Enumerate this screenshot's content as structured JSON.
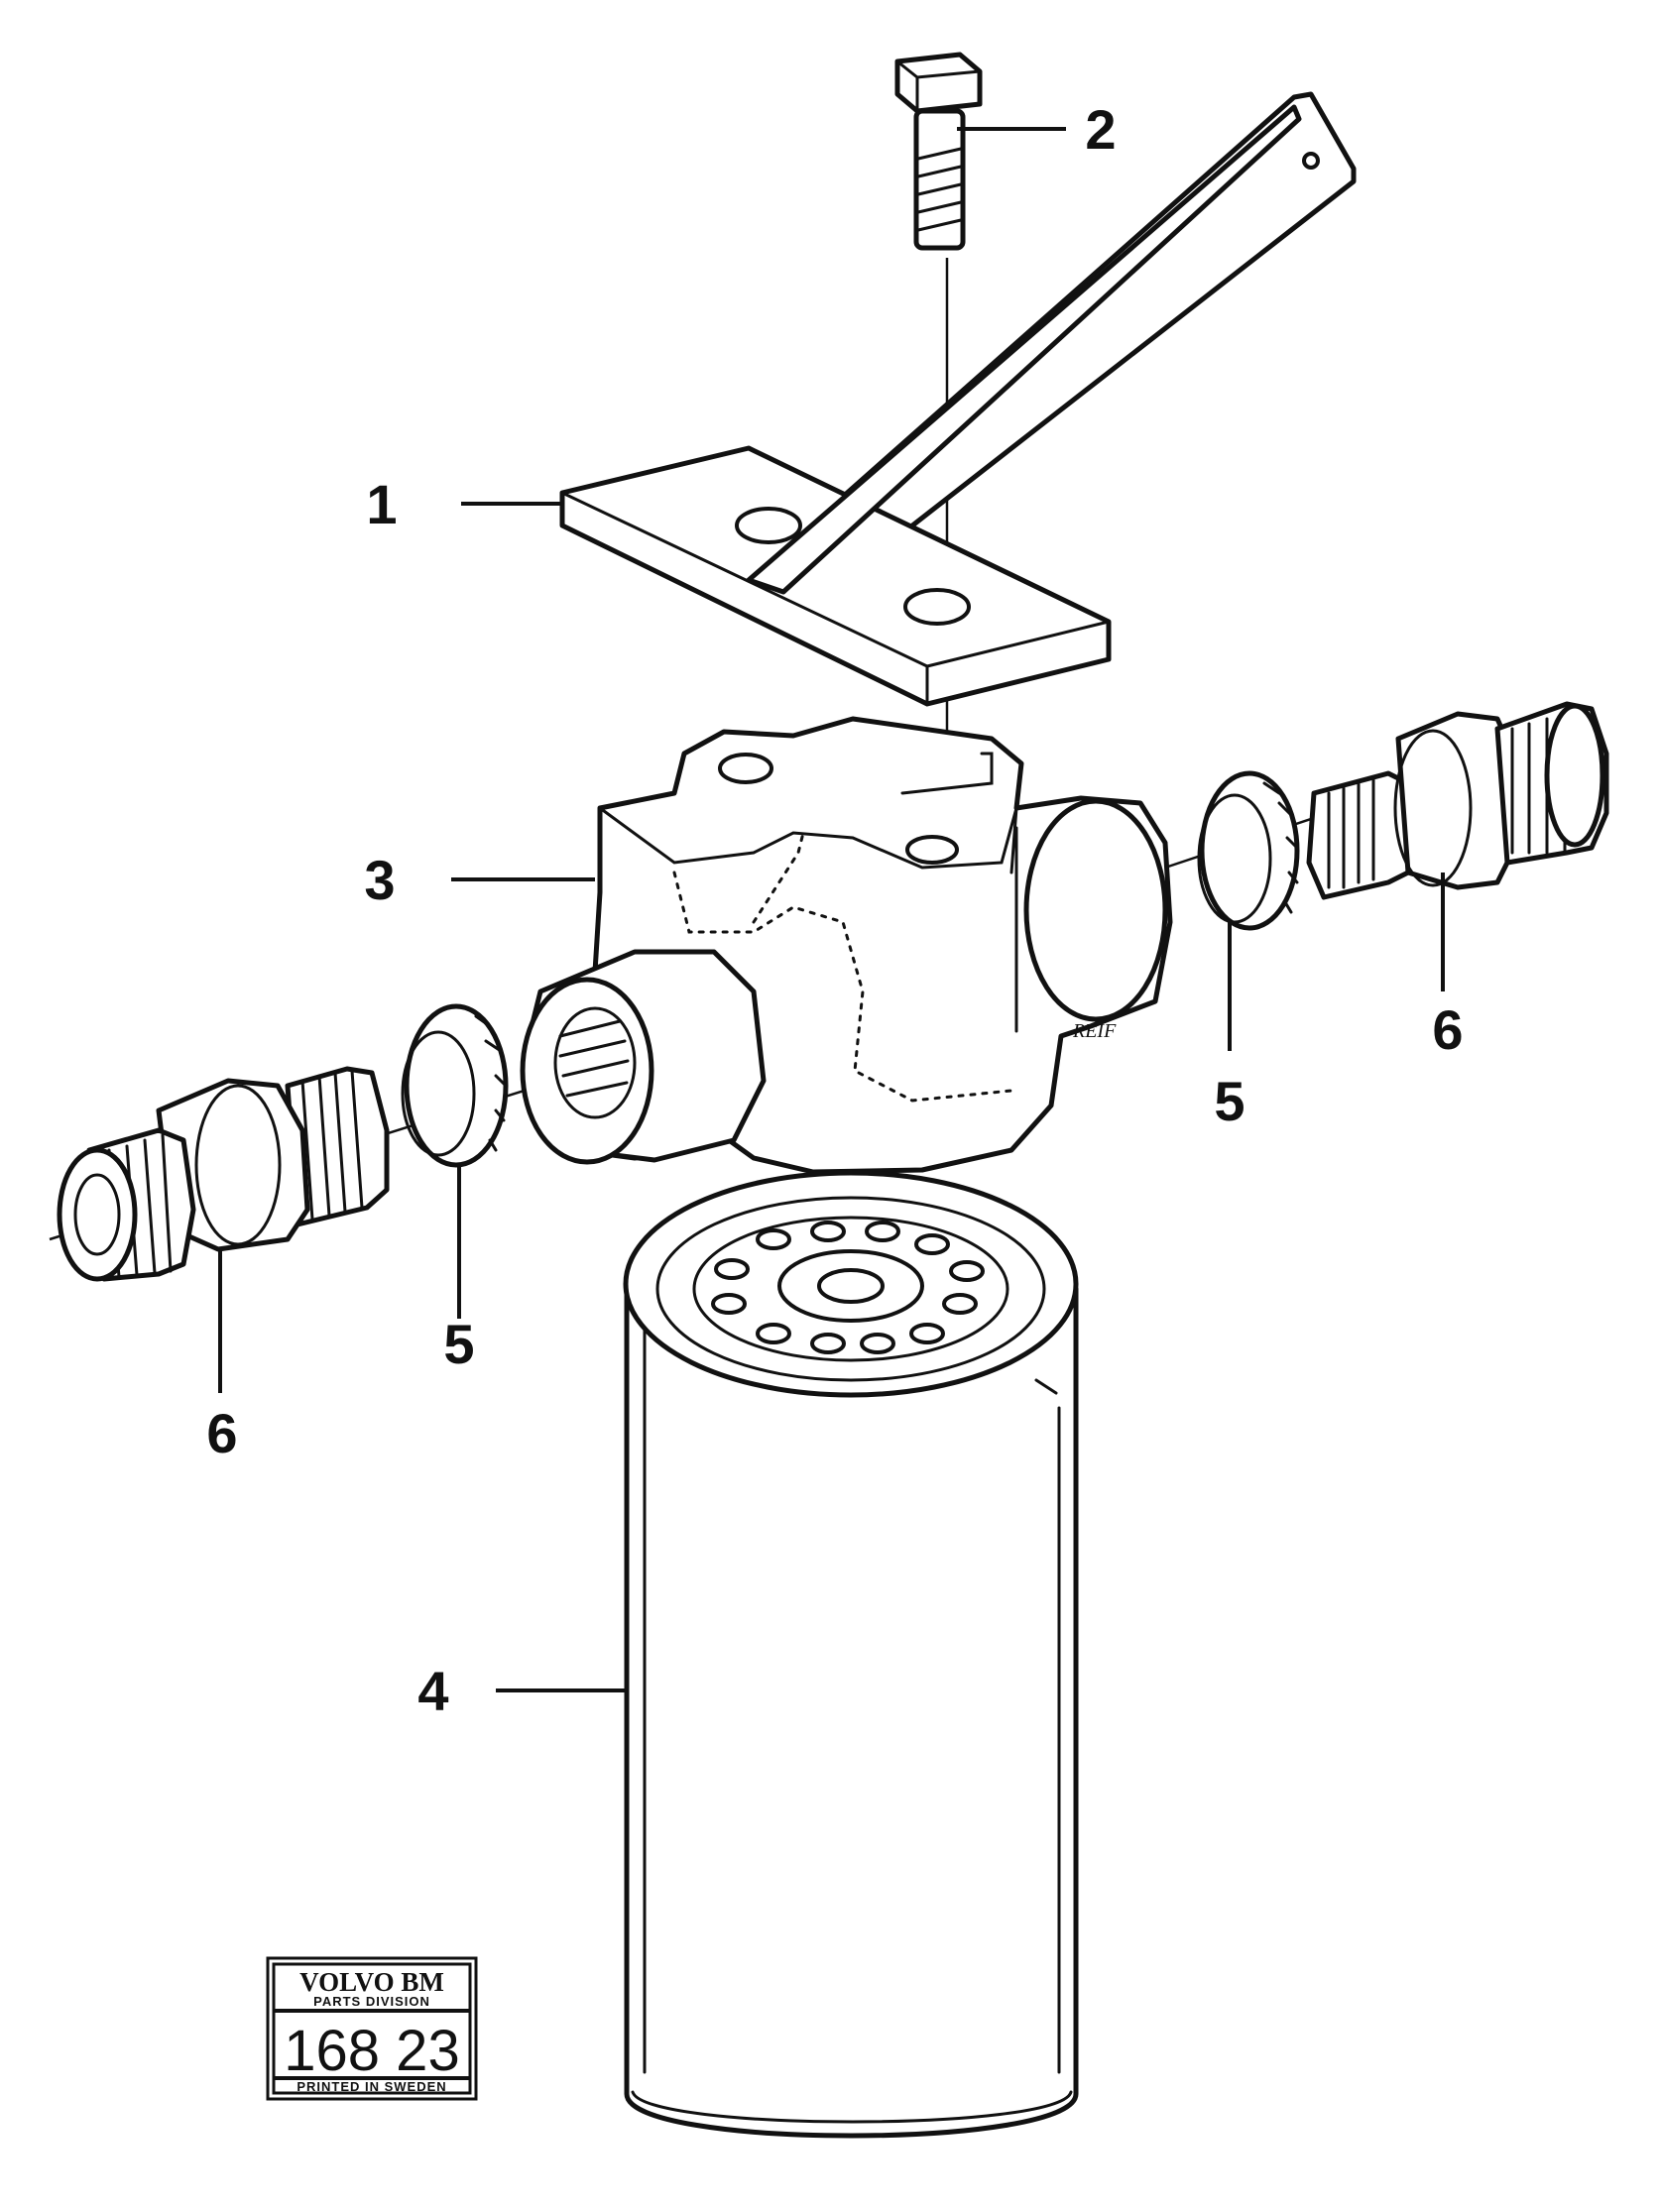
{
  "callouts": [
    {
      "id": "c1",
      "label": "1"
    },
    {
      "id": "c2",
      "label": "2"
    },
    {
      "id": "c3",
      "label": "3"
    },
    {
      "id": "c4",
      "label": "4"
    },
    {
      "id": "c5a",
      "label": "5"
    },
    {
      "id": "c5b",
      "label": "5"
    },
    {
      "id": "c6a",
      "label": "6"
    },
    {
      "id": "c6b",
      "label": "6"
    }
  ],
  "stamp": {
    "brand": "VOLVO BM",
    "division": "PARTS DIVISION",
    "number": "168 23",
    "footer": "PRINTED IN SWEDEN"
  },
  "signature": "REIF",
  "colors": {
    "ink": "#111111",
    "paper": "#ffffff"
  }
}
